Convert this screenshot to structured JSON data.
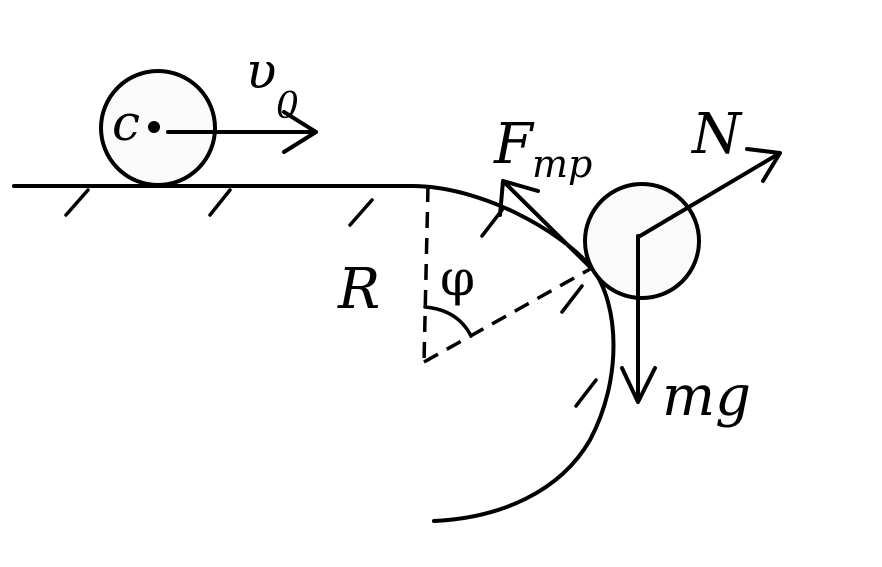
{
  "labels": {
    "center": "c",
    "velocity": "υ",
    "velocity_sub": "0",
    "friction": "F",
    "friction_sub": "mp",
    "normal": "N",
    "radius": "R",
    "angle": "φ",
    "gravity": "mg"
  }
}
